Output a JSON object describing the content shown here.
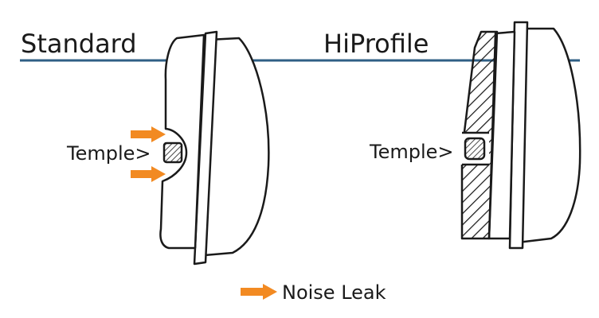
{
  "left": {
    "title": "Standard",
    "temple_label": "Temple>"
  },
  "right": {
    "title": "HiProfile",
    "temple_label": "Temple>"
  },
  "legend": {
    "label": "Noise Leak"
  },
  "colors": {
    "line": "#2f5f85",
    "arrow": "#f28a22",
    "outline": "#1a1a1a",
    "fill": "#ffffff"
  }
}
